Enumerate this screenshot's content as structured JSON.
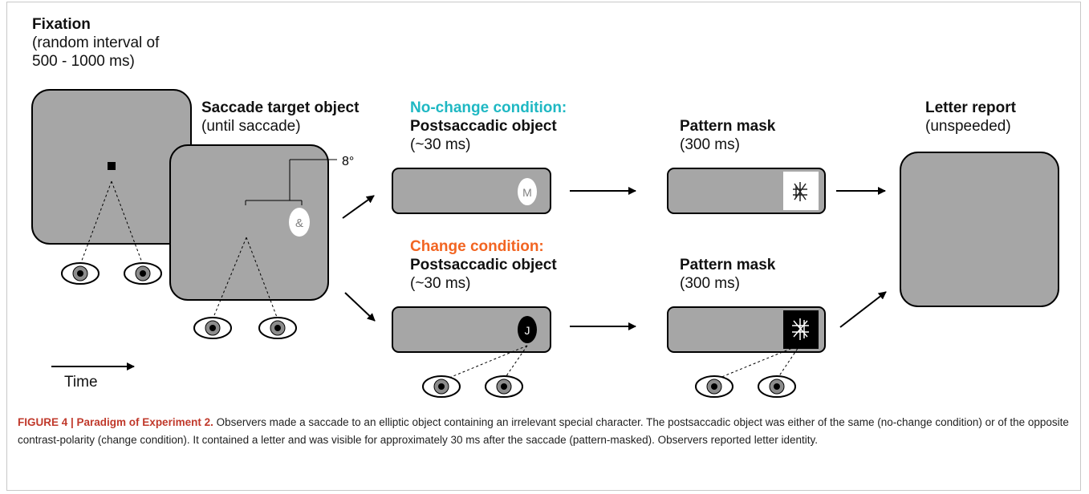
{
  "fixation": {
    "title": "Fixation",
    "line1": "(random interval of",
    "line2": "500 - 1000 ms)"
  },
  "saccade_target": {
    "title": "Saccade target object",
    "sub": "(until saccade)",
    "char": "&",
    "angle": "8°"
  },
  "no_change": {
    "condition": "No-change condition:",
    "title": "Postsaccadic object",
    "sub": "(~30 ms)",
    "letter": "M"
  },
  "change": {
    "condition": "Change condition:",
    "title": "Postsaccadic object",
    "sub": "(~30 ms)",
    "letter": "J"
  },
  "mask_top": {
    "title": "Pattern mask",
    "sub": "(300 ms)"
  },
  "mask_bottom": {
    "title": "Pattern mask",
    "sub": "(300 ms)"
  },
  "letter_report": {
    "title": "Letter report",
    "sub": "(unspeeded)"
  },
  "time": {
    "label": "Time"
  },
  "caption": {
    "head": "FIGURE 4 | Paradigm of Experiment 2.",
    "body": " Observers made a saccade to an elliptic object containing an irrelevant special character. The postsaccadic object was either of the same (no-change condition) or of the opposite contrast-polarity (change condition). It contained a letter and was visible for approximately 30 ms after the saccade (pattern-masked). Observers reported letter identity."
  },
  "colors": {
    "screen": "#a6a6a6",
    "no_change": "#1fb8c3",
    "change": "#f26522",
    "caption_head": "#c0392b"
  }
}
